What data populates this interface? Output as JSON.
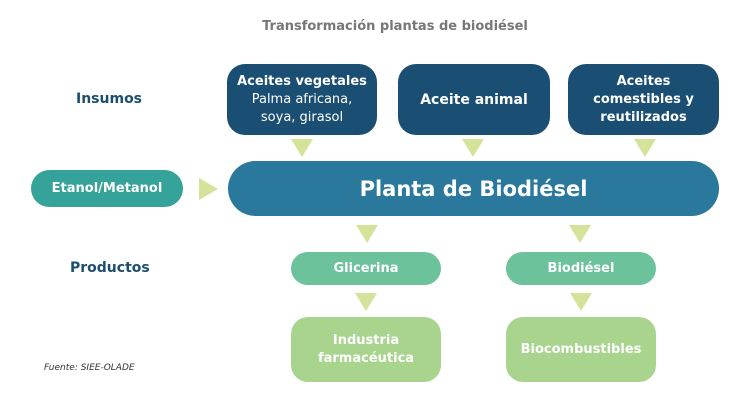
{
  "title": "Transformación plantas de biodiésel",
  "labels": {
    "insumos": "Insumos",
    "productos": "Productos"
  },
  "inputs": [
    {
      "title": "Aceites vegetales",
      "detail": "Palma africana, soya, girasol"
    },
    {
      "title": "Aceite animal"
    },
    {
      "title": "Aceites comestibles y reutilizados"
    }
  ],
  "reagent": "Etanol/Metanol",
  "plant": "Planta de Biodiésel",
  "products": [
    {
      "name": "Glicerina",
      "use": "Industria farmacéutica"
    },
    {
      "name": "Biodiésel",
      "use": "Biocombustibles"
    }
  ],
  "source": "Fuente: SIEE-OLADE",
  "colors": {
    "dark": "#1a4f73",
    "plant": "#2a789c",
    "reagent": "#35a39a",
    "product": "#6cc29a",
    "use": "#a8d48e",
    "arrow": "#d3e39a"
  }
}
